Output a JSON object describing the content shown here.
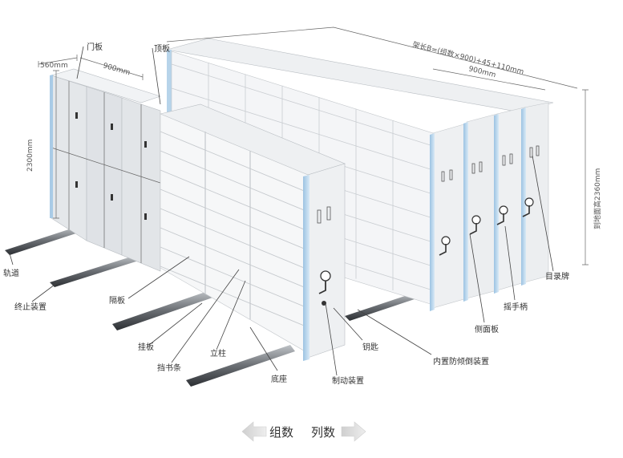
{
  "diagram": {
    "dimensions": {
      "depth": "560mm",
      "width": "900mm",
      "height": "2300mm",
      "overall_length": "架长B=(组数×900)+45+110mm",
      "column_width": "900mm",
      "total_height": "到地面高2360mm"
    },
    "parts": {
      "door_panel": "门板",
      "top_panel": "顶板",
      "rail": "轨道",
      "stop_device": "终止装置",
      "partition": "隔板",
      "hanging_plate": "挂板",
      "book_stopper": "挡书条",
      "upright": "立柱",
      "base": "底座",
      "brake": "制动装置",
      "key": "钥匙",
      "anti_tip": "内置防倾倒装置",
      "side_panel": "侧面板",
      "crank_handle": "摇手柄",
      "directory_plate": "目录牌"
    },
    "nav": {
      "groups": "组数",
      "columns": "列数"
    }
  }
}
